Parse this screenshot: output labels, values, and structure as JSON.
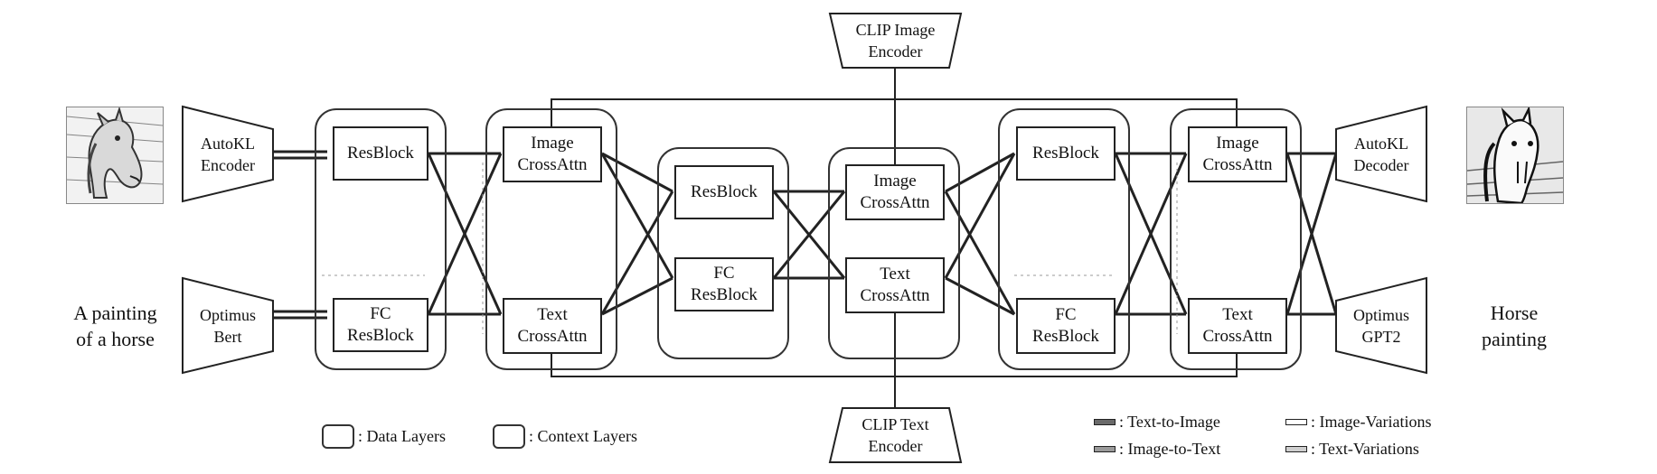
{
  "encoders": {
    "clip_image": "CLIP Image\nEncoder",
    "clip_text": "CLIP Text\nEncoder",
    "autokl_encoder": "AutoKL\nEncoder",
    "optimus_bert": "Optimus\nBert",
    "autokl_decoder": "AutoKL\nDecoder",
    "optimus_gpt2": "Optimus\nGPT2"
  },
  "inputs": {
    "text_in": "A painting\nof a horse",
    "text_out": "Horse\npainting"
  },
  "blocks": {
    "resblock_1": "ResBlock",
    "fc_resblock_1": "FC\nResBlock",
    "image_crossattn_1": "Image\nCrossAttn",
    "text_crossattn_1": "Text\nCrossAttn",
    "resblock_2": "ResBlock",
    "fc_resblock_2": "FC\nResBlock",
    "image_crossattn_2": "Image\nCrossAttn",
    "text_crossattn_2": "Text\nCrossAttn",
    "resblock_3": "ResBlock",
    "fc_resblock_3": "FC\nResBlock",
    "image_crossattn_3": "Image\nCrossAttn",
    "text_crossattn_3": "Text\nCrossAttn"
  },
  "legend": {
    "data_layers": ": Data Layers",
    "context_layers": ": Context Layers",
    "text_to_image": ": Text-to-Image",
    "image_to_text": ": Image-to-Text",
    "image_variations": ": Image-Variations",
    "text_variations": ": Text-Variations"
  },
  "colors": {
    "line": "#222222",
    "swatch_text_to_image": "#6a6a6a",
    "swatch_image_to_text": "#9a9a9a",
    "swatch_image_variations": "#ffffff",
    "swatch_text_variations": "#cfcfcf"
  },
  "images": {
    "input_image": "horse-sketch",
    "output_image": "horse-sketch"
  }
}
